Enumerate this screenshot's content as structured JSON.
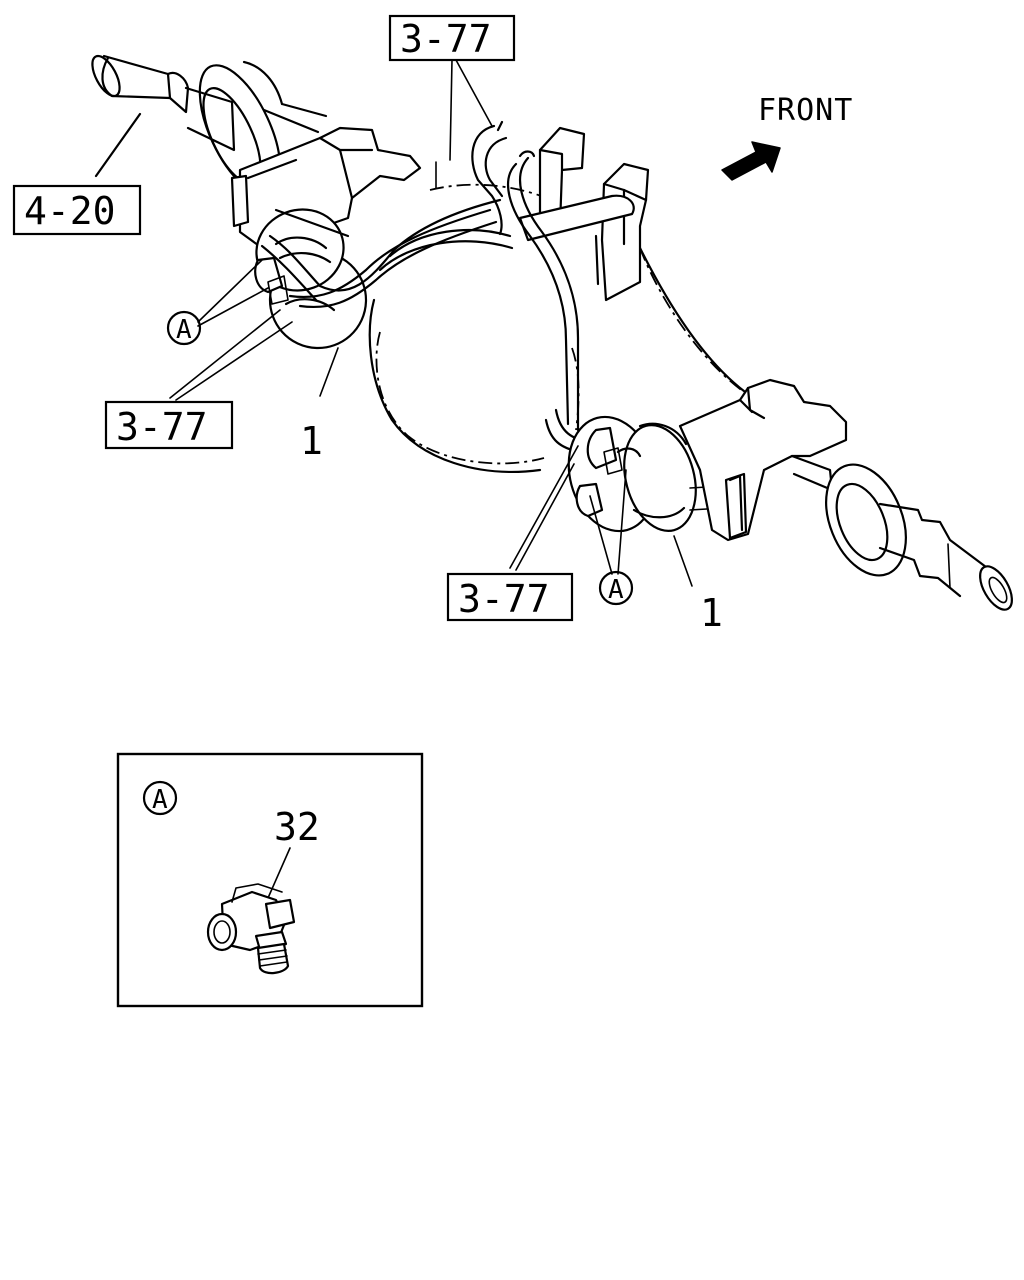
{
  "labels": {
    "front": "FRONT",
    "ref_top": "3-77",
    "ref_left": "3-77",
    "ref_bottom": "3-77",
    "ref_axle": "4-20",
    "part_left": "1",
    "part_right": "1",
    "callout_left": "A",
    "callout_right": "A",
    "detail_callout": "A",
    "detail_part": "32"
  },
  "icons": {
    "front_arrow": "arrow-icon"
  }
}
